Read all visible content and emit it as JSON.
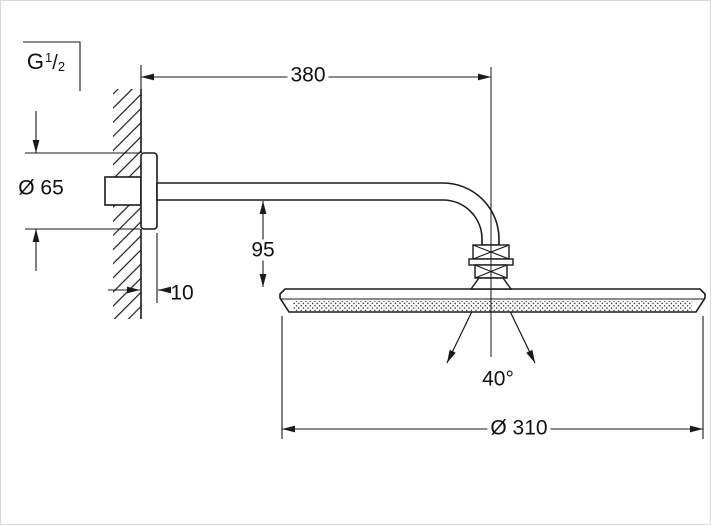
{
  "drawing": {
    "type": "technical-dimension-drawing",
    "subject": "wall-mounted head shower with shower arm, side view",
    "labels": {
      "thread": {
        "base": "G",
        "sup": "1",
        "slash": "/",
        "sub": "2"
      },
      "flange_diameter": "Ø 65",
      "arm_projection": "380",
      "drop_height": "95",
      "flange_depth": "10",
      "swivel_angle": "40°",
      "head_diameter": "Ø 310"
    },
    "colors": {
      "line": "#1a1a1a",
      "background": "#ffffff",
      "frame": "#d9d9d9"
    }
  }
}
